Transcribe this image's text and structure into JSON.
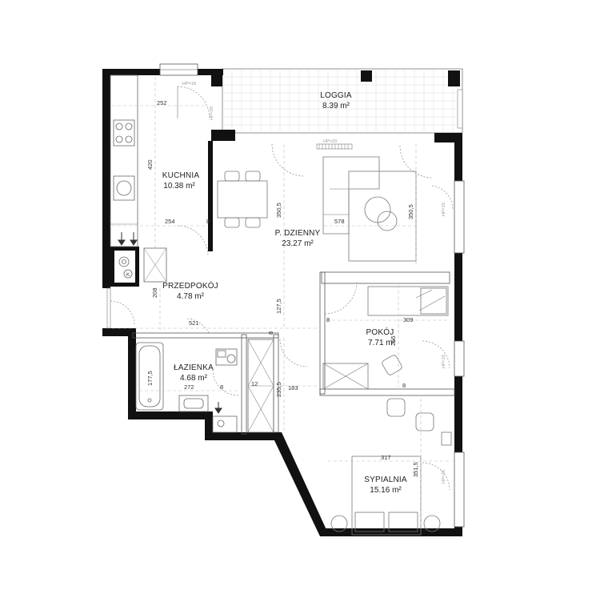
{
  "rooms": {
    "loggia": {
      "name": "LOGGIA",
      "area": "8.39 m²"
    },
    "kuchnia": {
      "name": "KUCHNIA",
      "area": "10.38 m²"
    },
    "dzienny": {
      "name": "P. DZIENNY",
      "area": "23.27 m²"
    },
    "przedpokoj": {
      "name": "PRZEDPOKÓJ",
      "area": "4.78 m²"
    },
    "pokoj": {
      "name": "POKÓJ",
      "area": "7.71 m²"
    },
    "lazienka": {
      "name": "ŁAZIENKA",
      "area": "4.68 m²"
    },
    "sypialnia": {
      "name": "SYPIALNIA",
      "area": "15.16 m²"
    }
  },
  "dimensions": {
    "d252": "252",
    "d420": "420",
    "d254": "254",
    "d8a": "8",
    "d350a": "350,5",
    "d578": "578",
    "d350b": "350,5",
    "d208": "208",
    "d127": "127,5",
    "d521": "521",
    "d8b": "8",
    "d309": "309",
    "d8c": "8",
    "d255": "255",
    "d8d": "8",
    "d177": "177,5",
    "d272": "272",
    "d12": "12",
    "d235": "235,5",
    "d183": "183",
    "d8e": "8",
    "d317": "317",
    "d351": "351,5"
  },
  "markers": {
    "k": "K"
  },
  "window_heights": {
    "w1": "HP=18",
    "w2": "HP=20",
    "w3": "HP=20",
    "w4": "HP=15",
    "w5": "HP=15",
    "w6": "HP=15"
  }
}
